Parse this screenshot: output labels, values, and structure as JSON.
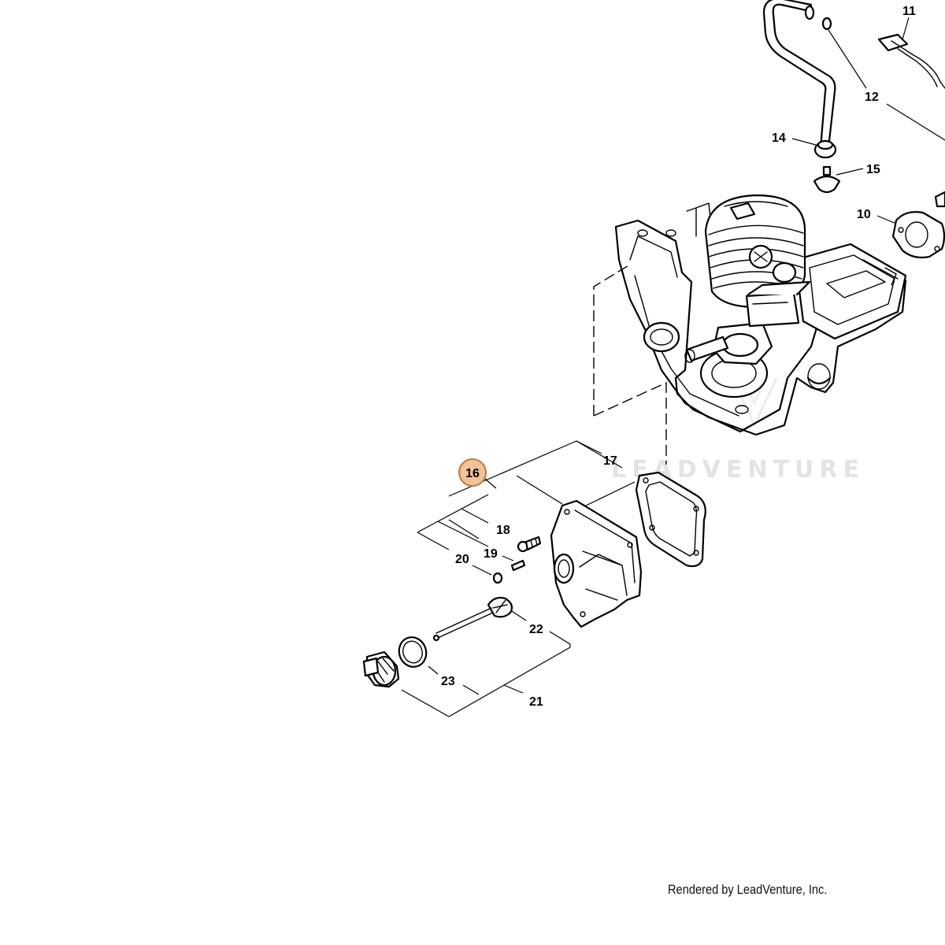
{
  "callouts": {
    "c10": "10",
    "c11": "11",
    "c12": "12",
    "c14": "14",
    "c15": "15",
    "c16": "16",
    "c17": "17",
    "c18": "18",
    "c19": "19",
    "c20": "20",
    "c21": "21",
    "c22": "22",
    "c23": "23"
  },
  "highlighted_callout": "16",
  "highlight_color": "#f2c29a",
  "highlight_border_color": "#c8763a",
  "watermark": "LEADVENTURE",
  "credit": "Rendered by LeadVenture, Inc."
}
